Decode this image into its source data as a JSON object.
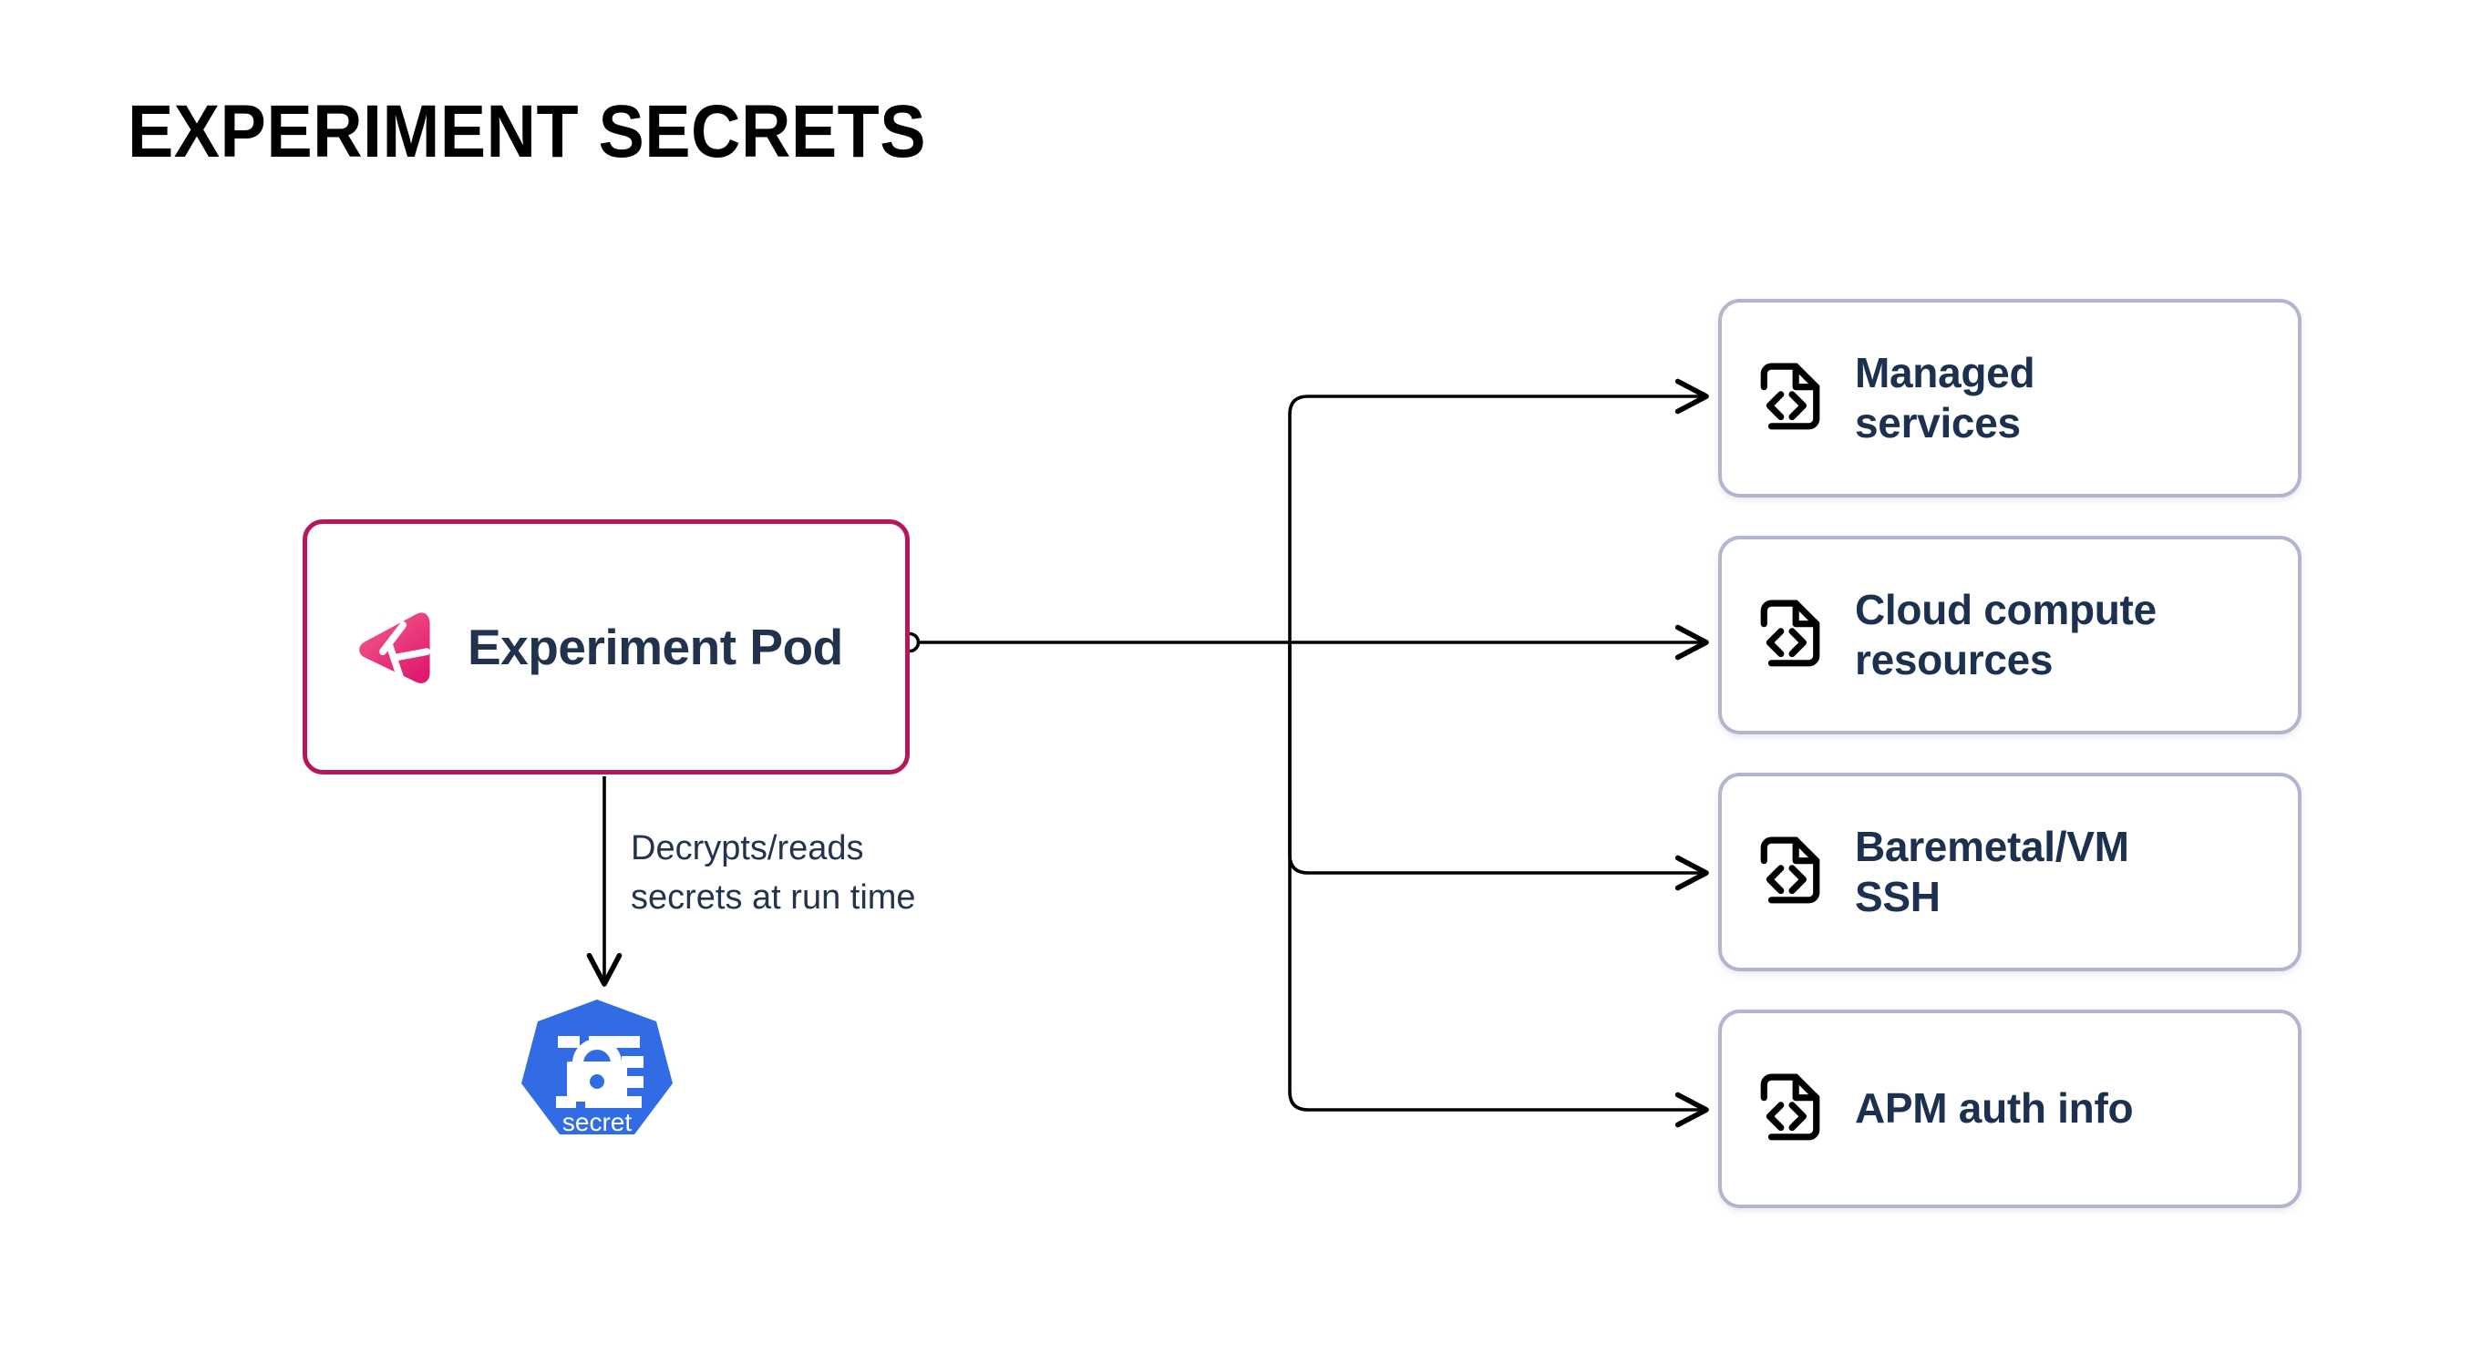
{
  "page": {
    "title": "EXPERIMENT SECRETS",
    "background_color": "#FFFFFF"
  },
  "colors": {
    "title_text": "#000000",
    "pod_border": "#B4175B",
    "pod_logo_gradient_start": "#F4608F",
    "pod_logo_gradient_end": "#E01A6E",
    "card_border": "#B2B5CE",
    "card_text": "#1C3050",
    "annotation_text": "#22344F",
    "connector_line": "#000000",
    "secret_badge": "#326CE5",
    "secret_label": "#FFFFFF",
    "card_icon": "#000000"
  },
  "source_node": {
    "label": "Experiment Pod",
    "icon": "gremlin-logo-icon",
    "port_label": "connector-port"
  },
  "annotation": {
    "text": "Decrypts/reads\nsecrets at run time",
    "line1": "Decrypts/reads",
    "line2": "secrets at run time"
  },
  "secret_node": {
    "label": "secret",
    "icon": "kubernetes-secret-icon"
  },
  "targets": [
    {
      "label": "Managed services",
      "line1": "Managed",
      "line2": "services",
      "icon": "code-file-icon"
    },
    {
      "label": "Cloud compute resources",
      "line1": "Cloud compute",
      "line2": "resources",
      "icon": "code-file-icon"
    },
    {
      "label": "Baremetal/VM SSH",
      "line1": "Baremetal/VM",
      "line2": "SSH",
      "icon": "code-file-icon"
    },
    {
      "label": "APM auth info",
      "line1": "APM auth info",
      "line2": "",
      "icon": "code-file-icon"
    }
  ],
  "connectors": {
    "trunk_from": "Experiment Pod",
    "branch_count": 4,
    "secret_edge_label": "Decrypts/reads secrets at run time"
  }
}
